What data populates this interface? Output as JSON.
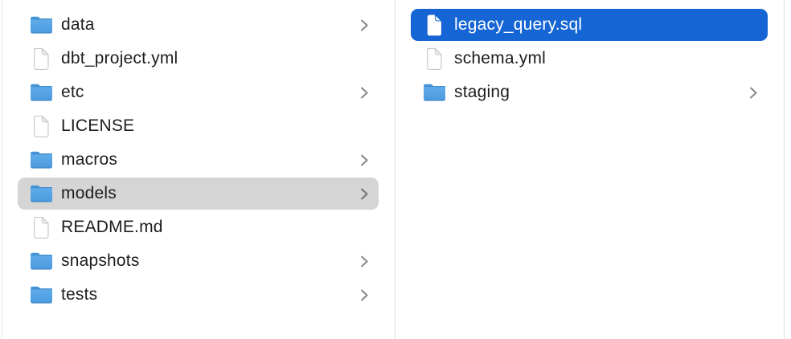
{
  "app": "Finder",
  "view": "column-view",
  "columns": [
    {
      "name": "project-root",
      "items": [
        {
          "label": "data",
          "type": "folder",
          "chevron": true,
          "selected": null
        },
        {
          "label": "dbt_project.yml",
          "type": "file",
          "chevron": false,
          "selected": null
        },
        {
          "label": "etc",
          "type": "folder",
          "chevron": true,
          "selected": null
        },
        {
          "label": "LICENSE",
          "type": "file",
          "chevron": false,
          "selected": null
        },
        {
          "label": "macros",
          "type": "folder",
          "chevron": true,
          "selected": null
        },
        {
          "label": "models",
          "type": "folder",
          "chevron": true,
          "selected": "secondary"
        },
        {
          "label": "README.md",
          "type": "file",
          "chevron": false,
          "selected": null
        },
        {
          "label": "snapshots",
          "type": "folder",
          "chevron": true,
          "selected": null
        },
        {
          "label": "tests",
          "type": "folder",
          "chevron": true,
          "selected": null
        }
      ]
    },
    {
      "name": "models-folder",
      "items": [
        {
          "label": "legacy_query.sql",
          "type": "file",
          "chevron": false,
          "selected": "primary"
        },
        {
          "label": "schema.yml",
          "type": "file",
          "chevron": false,
          "selected": null
        },
        {
          "label": "staging",
          "type": "folder",
          "chevron": true,
          "selected": null
        }
      ]
    }
  ],
  "colors": {
    "selection_primary": "#1565d4",
    "selection_secondary": "#d5d5d5",
    "text": "#1d1d1f",
    "text_selected": "#ffffff",
    "divider": "#dedede",
    "folder_blue_top": "#74b9f0",
    "folder_blue_bottom": "#4a9ade",
    "folder_tab": "#4795d8",
    "chevron": "#87878c"
  }
}
